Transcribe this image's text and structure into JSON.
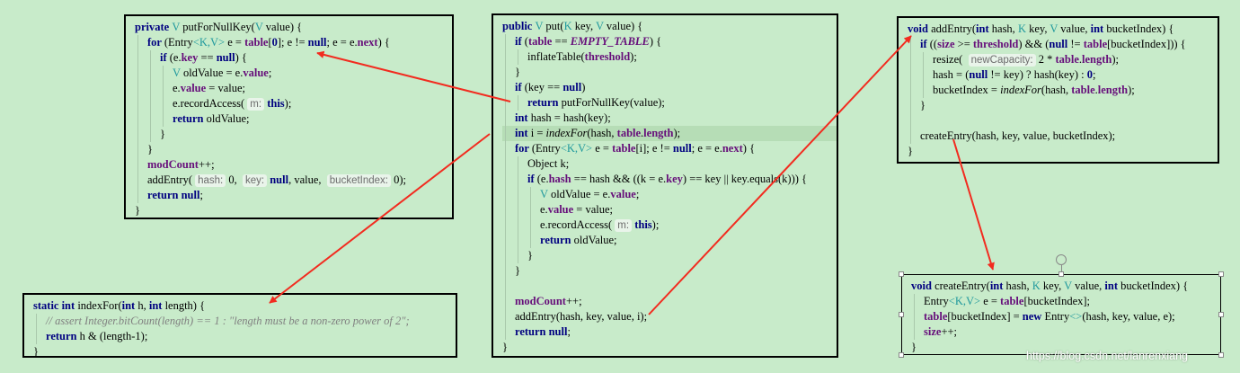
{
  "putForNullKey": {
    "lines": [
      {
        "indent": 0,
        "segments": [
          [
            "private ",
            "kw"
          ],
          [
            "V ",
            "gen"
          ],
          [
            "putForNullKey(",
            ""
          ],
          [
            "V ",
            "gen"
          ],
          [
            "value) {",
            ""
          ]
        ]
      },
      {
        "indent": 1,
        "segments": [
          [
            "for ",
            "kw"
          ],
          [
            "(Entry",
            ""
          ],
          [
            "<K,V> ",
            "gen"
          ],
          [
            "e = ",
            ""
          ],
          [
            "table",
            "fld"
          ],
          [
            "[",
            ""
          ],
          [
            "0",
            "kw"
          ],
          [
            "]; e != ",
            ""
          ],
          [
            "null",
            "kw"
          ],
          [
            "; e = e.",
            ""
          ],
          [
            "next",
            "fld"
          ],
          [
            ") {",
            ""
          ]
        ]
      },
      {
        "indent": 2,
        "segments": [
          [
            "if ",
            "kw"
          ],
          [
            "(e.",
            ""
          ],
          [
            "key ",
            "fld"
          ],
          [
            "== ",
            ""
          ],
          [
            "null",
            "kw"
          ],
          [
            ") {",
            ""
          ]
        ]
      },
      {
        "indent": 3,
        "segments": [
          [
            "V ",
            "gen"
          ],
          [
            "oldValue = e.",
            ""
          ],
          [
            "value",
            "fld"
          ],
          [
            ";",
            ""
          ]
        ]
      },
      {
        "indent": 3,
        "segments": [
          [
            "e.",
            ""
          ],
          [
            "value ",
            "fld"
          ],
          [
            "= value;",
            ""
          ]
        ]
      },
      {
        "indent": 3,
        "segments": [
          [
            "e.recordAccess( ",
            ""
          ],
          [
            "m:",
            "hint"
          ],
          [
            " ",
            ""
          ],
          [
            "this",
            "kw"
          ],
          [
            ");",
            ""
          ]
        ]
      },
      {
        "indent": 3,
        "segments": [
          [
            "return ",
            "kw"
          ],
          [
            "oldValue;",
            ""
          ]
        ]
      },
      {
        "indent": 2,
        "segments": [
          [
            "}",
            ""
          ]
        ]
      },
      {
        "indent": 1,
        "segments": [
          [
            "}",
            ""
          ]
        ]
      },
      {
        "indent": 1,
        "segments": [
          [
            "modCount",
            "fld"
          ],
          [
            "++;",
            ""
          ]
        ]
      },
      {
        "indent": 1,
        "segments": [
          [
            "addEntry( ",
            ""
          ],
          [
            "hash:",
            "hint"
          ],
          [
            " 0,  ",
            ""
          ],
          [
            "key:",
            "hint"
          ],
          [
            " ",
            ""
          ],
          [
            "null",
            "kw"
          ],
          [
            ", value,  ",
            ""
          ],
          [
            "bucketIndex:",
            "hint"
          ],
          [
            " 0);",
            ""
          ]
        ]
      },
      {
        "indent": 1,
        "segments": [
          [
            "return null",
            "kw"
          ],
          [
            ";",
            ""
          ]
        ]
      },
      {
        "indent": 0,
        "segments": [
          [
            "}",
            ""
          ]
        ]
      }
    ]
  },
  "indexFor": {
    "lines": [
      {
        "indent": 0,
        "segments": [
          [
            "static int ",
            "kw"
          ],
          [
            "indexFor(",
            ""
          ],
          [
            "int ",
            "kw"
          ],
          [
            "h, ",
            ""
          ],
          [
            "int ",
            "kw"
          ],
          [
            "length) {",
            ""
          ]
        ]
      },
      {
        "indent": 1,
        "segments": [
          [
            "// assert Integer.bitCount(length) == 1 : \"length must be a non-zero power of 2\";",
            "cm"
          ]
        ]
      },
      {
        "indent": 1,
        "segments": [
          [
            "return ",
            "kw"
          ],
          [
            "h & (length-1);",
            ""
          ]
        ]
      },
      {
        "indent": 0,
        "segments": [
          [
            "}",
            ""
          ]
        ]
      }
    ]
  },
  "put": {
    "lines": [
      {
        "indent": 0,
        "segments": [
          [
            "public ",
            "kw"
          ],
          [
            "V ",
            "gen"
          ],
          [
            "put(",
            ""
          ],
          [
            "K ",
            "gen"
          ],
          [
            "key, ",
            ""
          ],
          [
            "V ",
            "gen"
          ],
          [
            "value) {",
            ""
          ]
        ]
      },
      {
        "indent": 1,
        "segments": [
          [
            "if ",
            "kw"
          ],
          [
            "(",
            ""
          ],
          [
            "table ",
            "fld"
          ],
          [
            "== ",
            ""
          ],
          [
            "EMPTY_TABLE",
            "itf"
          ],
          [
            ") {",
            ""
          ]
        ]
      },
      {
        "indent": 2,
        "segments": [
          [
            "inflateTable(",
            ""
          ],
          [
            "threshold",
            "fld"
          ],
          [
            ");",
            ""
          ]
        ]
      },
      {
        "indent": 1,
        "segments": [
          [
            "}",
            ""
          ]
        ]
      },
      {
        "indent": 1,
        "segments": [
          [
            "if ",
            "kw"
          ],
          [
            "(key == ",
            ""
          ],
          [
            "null",
            "kw"
          ],
          [
            ")",
            ""
          ]
        ]
      },
      {
        "indent": 2,
        "segments": [
          [
            "return ",
            "kw"
          ],
          [
            "putForNullKey(value);",
            ""
          ]
        ]
      },
      {
        "indent": 1,
        "segments": [
          [
            "int ",
            "kw"
          ],
          [
            "hash = hash(key);",
            ""
          ]
        ]
      },
      {
        "indent": 1,
        "segments": [
          [
            "int ",
            "kw"
          ],
          [
            "i = ",
            ""
          ],
          [
            "indexFor",
            "it"
          ],
          [
            "(hash, ",
            ""
          ],
          [
            "table",
            "fld"
          ],
          [
            ".",
            ""
          ],
          [
            "length",
            "fld"
          ],
          [
            ");",
            ""
          ]
        ]
      },
      {
        "indent": 1,
        "segments": [
          [
            "for ",
            "kw"
          ],
          [
            "(Entry",
            ""
          ],
          [
            "<K,V> ",
            "gen"
          ],
          [
            "e = ",
            ""
          ],
          [
            "table",
            "fld"
          ],
          [
            "[i]; e != ",
            ""
          ],
          [
            "null",
            "kw"
          ],
          [
            "; e = e.",
            ""
          ],
          [
            "next",
            "fld"
          ],
          [
            ") {",
            ""
          ]
        ]
      },
      {
        "indent": 2,
        "segments": [
          [
            "Object k;",
            ""
          ]
        ]
      },
      {
        "indent": 2,
        "segments": [
          [
            "if ",
            "kw"
          ],
          [
            "(e.",
            ""
          ],
          [
            "hash ",
            "fld"
          ],
          [
            "== hash && ((k = e.",
            ""
          ],
          [
            "key",
            "fld"
          ],
          [
            ") == key || key.equals(k))) {",
            ""
          ]
        ]
      },
      {
        "indent": 3,
        "segments": [
          [
            "V ",
            "gen"
          ],
          [
            "oldValue = e.",
            ""
          ],
          [
            "value",
            "fld"
          ],
          [
            ";",
            ""
          ]
        ]
      },
      {
        "indent": 3,
        "segments": [
          [
            "e.",
            ""
          ],
          [
            "value ",
            "fld"
          ],
          [
            "= value;",
            ""
          ]
        ]
      },
      {
        "indent": 3,
        "segments": [
          [
            "e.recordAccess( ",
            ""
          ],
          [
            "m:",
            "hint"
          ],
          [
            " ",
            ""
          ],
          [
            "this",
            "kw"
          ],
          [
            ");",
            ""
          ]
        ]
      },
      {
        "indent": 3,
        "segments": [
          [
            "return ",
            "kw"
          ],
          [
            "oldValue;",
            ""
          ]
        ]
      },
      {
        "indent": 2,
        "segments": [
          [
            "}",
            ""
          ]
        ]
      },
      {
        "indent": 1,
        "segments": [
          [
            "}",
            ""
          ]
        ]
      },
      {
        "indent": 1,
        "segments": [
          [
            "",
            ""
          ]
        ]
      },
      {
        "indent": 1,
        "segments": [
          [
            "modCount",
            "fld"
          ],
          [
            "++;",
            ""
          ]
        ]
      },
      {
        "indent": 1,
        "segments": [
          [
            "addEntry(hash, key, value, i);",
            ""
          ]
        ]
      },
      {
        "indent": 1,
        "segments": [
          [
            "return null",
            "kw"
          ],
          [
            ";",
            ""
          ]
        ]
      },
      {
        "indent": 0,
        "segments": [
          [
            "}",
            ""
          ]
        ]
      }
    ]
  },
  "addEntry": {
    "lines": [
      {
        "indent": 0,
        "segments": [
          [
            "void ",
            "kw"
          ],
          [
            "addEntry(",
            ""
          ],
          [
            "int ",
            "kw"
          ],
          [
            "hash, ",
            ""
          ],
          [
            "K ",
            "gen"
          ],
          [
            "key, ",
            ""
          ],
          [
            "V ",
            "gen"
          ],
          [
            "value, ",
            ""
          ],
          [
            "int ",
            "kw"
          ],
          [
            "bucketIndex) {",
            ""
          ]
        ]
      },
      {
        "indent": 1,
        "segments": [
          [
            "if ",
            "kw"
          ],
          [
            "((",
            ""
          ],
          [
            "size ",
            "fld"
          ],
          [
            ">= ",
            ""
          ],
          [
            "threshold",
            "fld"
          ],
          [
            ") && (",
            ""
          ],
          [
            "null ",
            "kw"
          ],
          [
            "!= ",
            ""
          ],
          [
            "table",
            "fld"
          ],
          [
            "[bucketIndex])) {",
            ""
          ]
        ]
      },
      {
        "indent": 2,
        "segments": [
          [
            "resize(  ",
            ""
          ],
          [
            "newCapacity:",
            "hint"
          ],
          [
            " 2 * ",
            ""
          ],
          [
            "table",
            "fld"
          ],
          [
            ".",
            ""
          ],
          [
            "length",
            "fld"
          ],
          [
            ");",
            ""
          ]
        ]
      },
      {
        "indent": 2,
        "segments": [
          [
            "hash = (",
            ""
          ],
          [
            "null ",
            "kw"
          ],
          [
            "!= key) ? hash(key) : ",
            ""
          ],
          [
            "0",
            "kw"
          ],
          [
            ";",
            ""
          ]
        ]
      },
      {
        "indent": 2,
        "segments": [
          [
            "bucketIndex = ",
            ""
          ],
          [
            "indexFor",
            "it"
          ],
          [
            "(hash, ",
            ""
          ],
          [
            "table",
            "fld"
          ],
          [
            ".",
            ""
          ],
          [
            "length",
            "fld"
          ],
          [
            ");",
            ""
          ]
        ]
      },
      {
        "indent": 1,
        "segments": [
          [
            "}",
            ""
          ]
        ]
      },
      {
        "indent": 1,
        "segments": [
          [
            "",
            ""
          ]
        ]
      },
      {
        "indent": 1,
        "segments": [
          [
            "createEntry(hash, key, value, bucketIndex);",
            ""
          ]
        ]
      },
      {
        "indent": 0,
        "segments": [
          [
            "}",
            ""
          ]
        ]
      }
    ]
  },
  "createEntry": {
    "lines": [
      {
        "indent": 0,
        "segments": [
          [
            "void ",
            "kw"
          ],
          [
            "createEntry(",
            ""
          ],
          [
            "int ",
            "kw"
          ],
          [
            "hash, ",
            ""
          ],
          [
            "K ",
            "gen"
          ],
          [
            "key, ",
            ""
          ],
          [
            "V ",
            "gen"
          ],
          [
            "value, ",
            ""
          ],
          [
            "int ",
            "kw"
          ],
          [
            "bucketIndex) {",
            ""
          ]
        ]
      },
      {
        "indent": 1,
        "segments": [
          [
            "Entry",
            ""
          ],
          [
            "<K,V> ",
            "gen"
          ],
          [
            "e = ",
            ""
          ],
          [
            "table",
            "fld"
          ],
          [
            "[bucketIndex];",
            ""
          ]
        ]
      },
      {
        "indent": 1,
        "segments": [
          [
            "table",
            "fld"
          ],
          [
            "[bucketIndex] = ",
            ""
          ],
          [
            "new ",
            "kw"
          ],
          [
            "Entry",
            ""
          ],
          [
            "<>",
            "gen"
          ],
          [
            "(hash, key, value, e);",
            ""
          ]
        ]
      },
      {
        "indent": 1,
        "segments": [
          [
            "size",
            "fld"
          ],
          [
            "++;",
            ""
          ]
        ]
      },
      {
        "indent": 0,
        "segments": [
          [
            "}",
            ""
          ]
        ]
      }
    ]
  },
  "watermark": "https://blog.csdn.net/lanrenxiang",
  "colors": {
    "background": "#c8ebca",
    "arrow": "#f22b1f",
    "keyword": "#000080",
    "field": "#660e7a",
    "generic": "#20999d",
    "comment": "#808080"
  }
}
